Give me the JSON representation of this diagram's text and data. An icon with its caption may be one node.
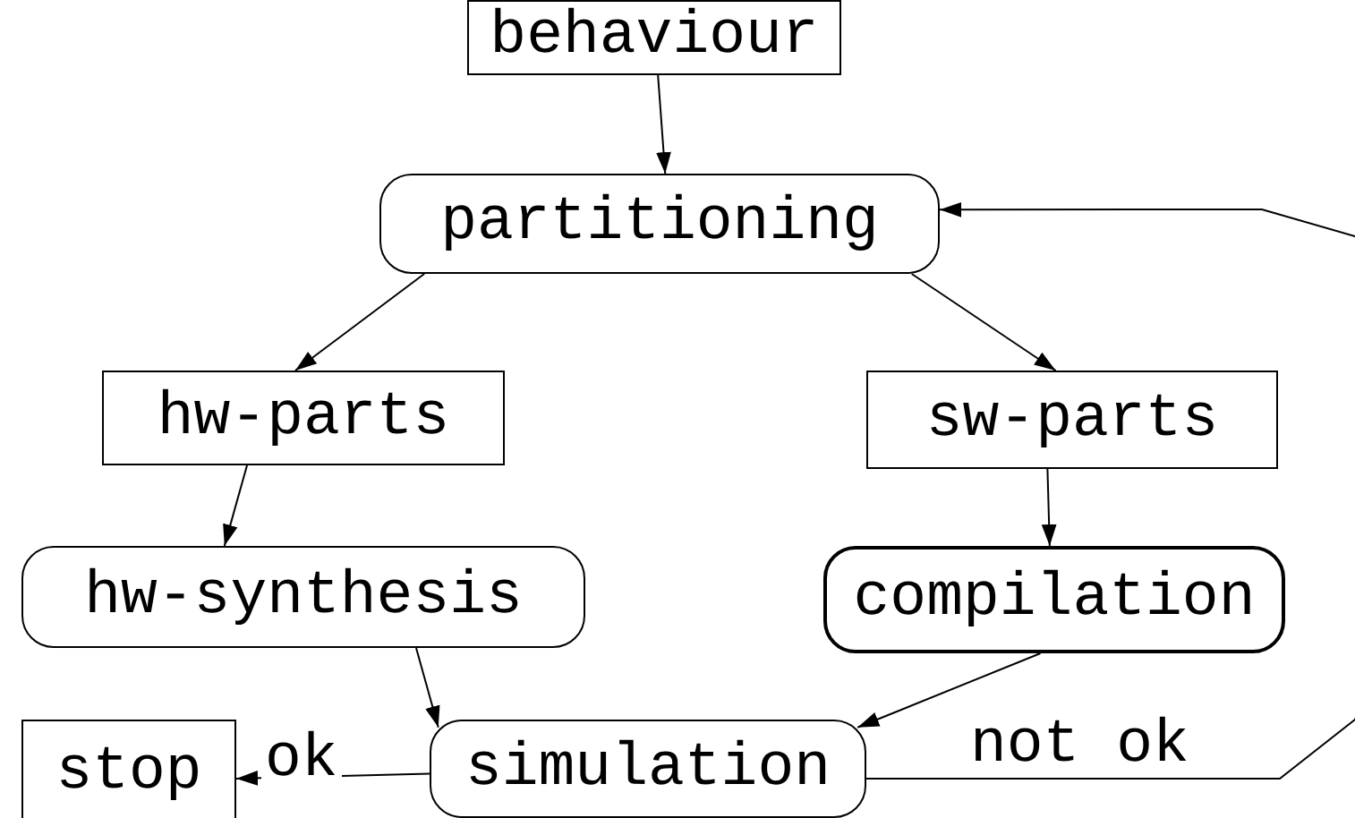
{
  "diagram": {
    "nodes": [
      {
        "text": [
          "behaviour"
        ]
      },
      {
        "text": [
          "partitioning"
        ]
      },
      {
        "text": [
          "hw-parts"
        ]
      },
      {
        "text": [
          "sw-parts"
        ]
      },
      {
        "text": [
          "hw-synthesis"
        ]
      },
      {
        "text": [
          "compilation"
        ]
      },
      {
        "text": [
          "simulation"
        ]
      },
      {
        "text": [
          "stop"
        ]
      }
    ],
    "edges": [
      {
        "from": 0,
        "to": 1,
        "arrow": "to"
      },
      {
        "from": 1,
        "to": 2,
        "arrow": "to"
      },
      {
        "from": 1,
        "to": 3,
        "arrow": "to"
      },
      {
        "from": 2,
        "to": 4,
        "arrow": "to"
      },
      {
        "from": 3,
        "to": 5,
        "arrow": "to"
      },
      {
        "from": 4,
        "to": 6,
        "arrow": "to"
      },
      {
        "from": 5,
        "to": 6,
        "arrow": "to"
      },
      {
        "from": 6,
        "to": 7,
        "label": "ok",
        "arrow": "to"
      },
      {
        "from": 6,
        "to": 1,
        "label": "not ok",
        "arrow": "to"
      }
    ]
  }
}
